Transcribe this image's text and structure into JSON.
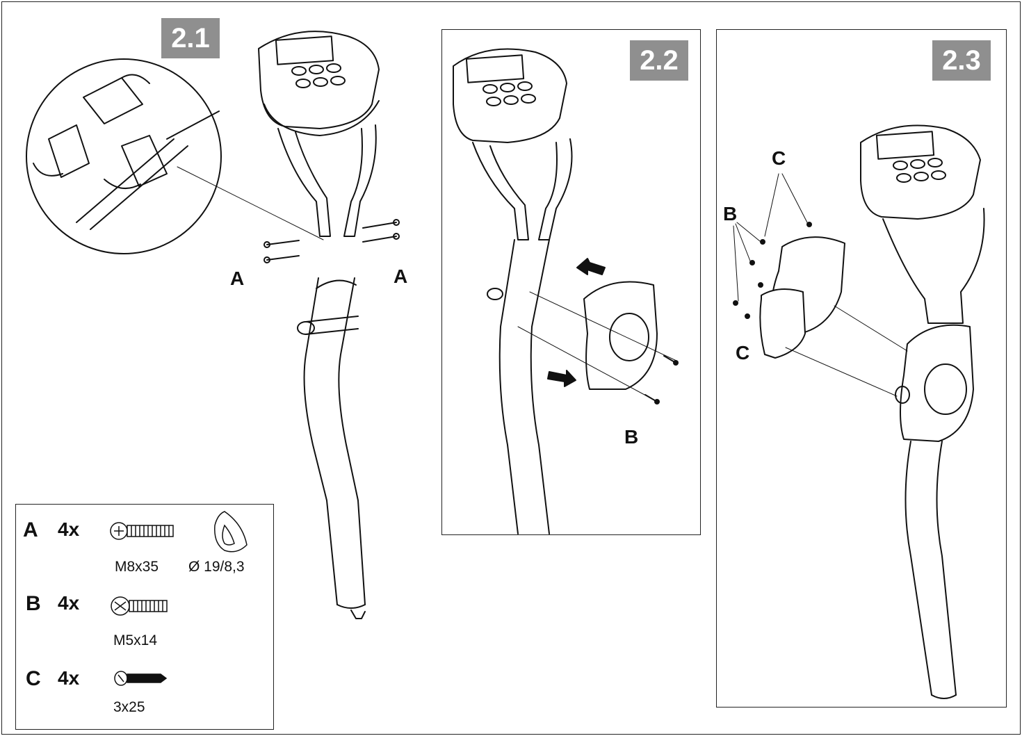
{
  "steps": {
    "s21": "2.1",
    "s22": "2.2",
    "s23": "2.3"
  },
  "callouts": {
    "p21_left": "A",
    "p21_right": "A",
    "p22_b": "B",
    "p23_c_top": "C",
    "p23_b": "B",
    "p23_c_bottom": "C"
  },
  "legend": {
    "rows": [
      {
        "letter": "A",
        "qty": "4x",
        "part1": "M8x35",
        "part2": "Ø 19/8,3"
      },
      {
        "letter": "B",
        "qty": "4x",
        "part1": "M5x14"
      },
      {
        "letter": "C",
        "qty": "4x",
        "part1": "3x25"
      }
    ]
  },
  "icons": [
    "bolt-icon",
    "washer-icon",
    "screw-icon",
    "tapping-screw-icon",
    "arrow-icon",
    "connector-icon"
  ]
}
